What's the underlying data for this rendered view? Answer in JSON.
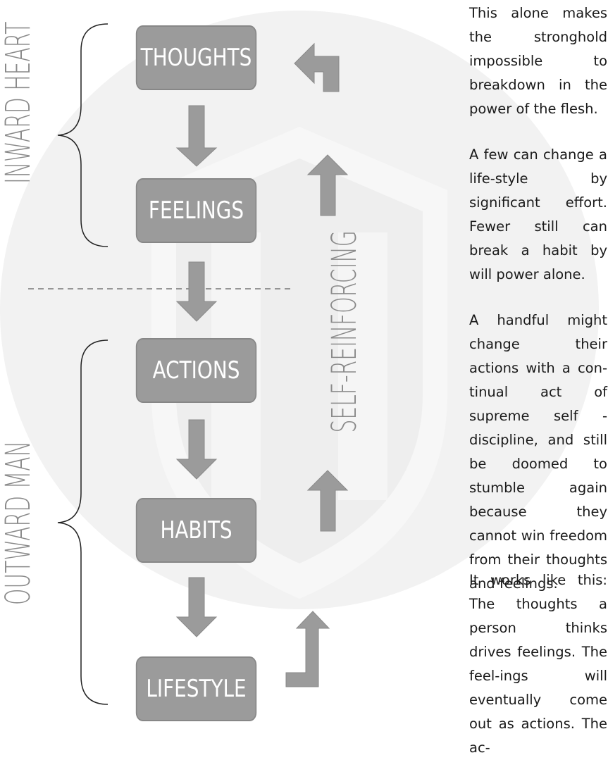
{
  "boxes": {
    "thoughts": "THOUGHTS",
    "feelings": "FEELINGS",
    "actions": "ACTIONS",
    "habits": "HABITS",
    "lifestyle": "LIFESTYLE"
  },
  "side_labels": {
    "inward": "INWARD HEART",
    "outward": "OUTWARD MAN",
    "reinforcing": "SELF-REINFORCING"
  },
  "paragraphs": [
    "This alone makes the stronghold impossible to breakdown in the power of the flesh.",
    "A few can change a life-style by significant effort. Fewer still can break a habit by will power alone.",
    "A handful might change their actions with a con-tinual act of supreme self -discipline, and still be doomed to stumble again because they cannot win freedom from their thoughts and feelings.",
    "It works like this:  The thoughts a person thinks drives feelings.  The feel-ings will eventually come out as actions.  The ac-"
  ],
  "colors": {
    "box_fill": "#9b9b9b",
    "arrow_fill": "#9b9b9b",
    "label": "#8a8a8a",
    "watermark": "#f1f1f1"
  }
}
